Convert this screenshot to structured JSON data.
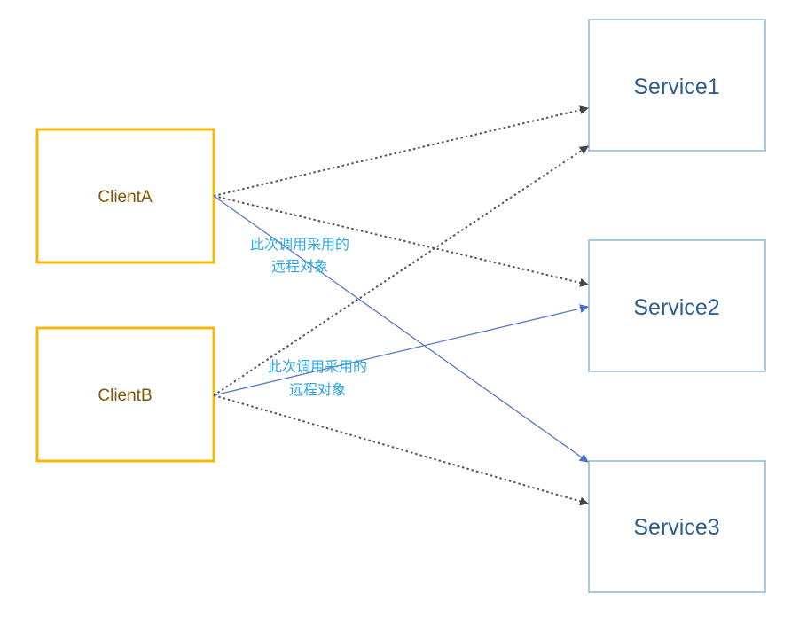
{
  "clients": [
    {
      "label": "ClientA"
    },
    {
      "label": "ClientB"
    }
  ],
  "services": [
    {
      "label": "Service1"
    },
    {
      "label": "Service2"
    },
    {
      "label": "Service3"
    }
  ],
  "annotations": [
    {
      "line1": "此次调用采用的",
      "line2": "远程对象"
    },
    {
      "line1": "此次调用采用的",
      "line2": "远程对象"
    }
  ],
  "colors": {
    "client_border": "#f6b90a",
    "service_border": "#8db6da",
    "annotation": "#2aa6e0",
    "selected_edge": "#5b79c6",
    "edge": "#555555"
  }
}
